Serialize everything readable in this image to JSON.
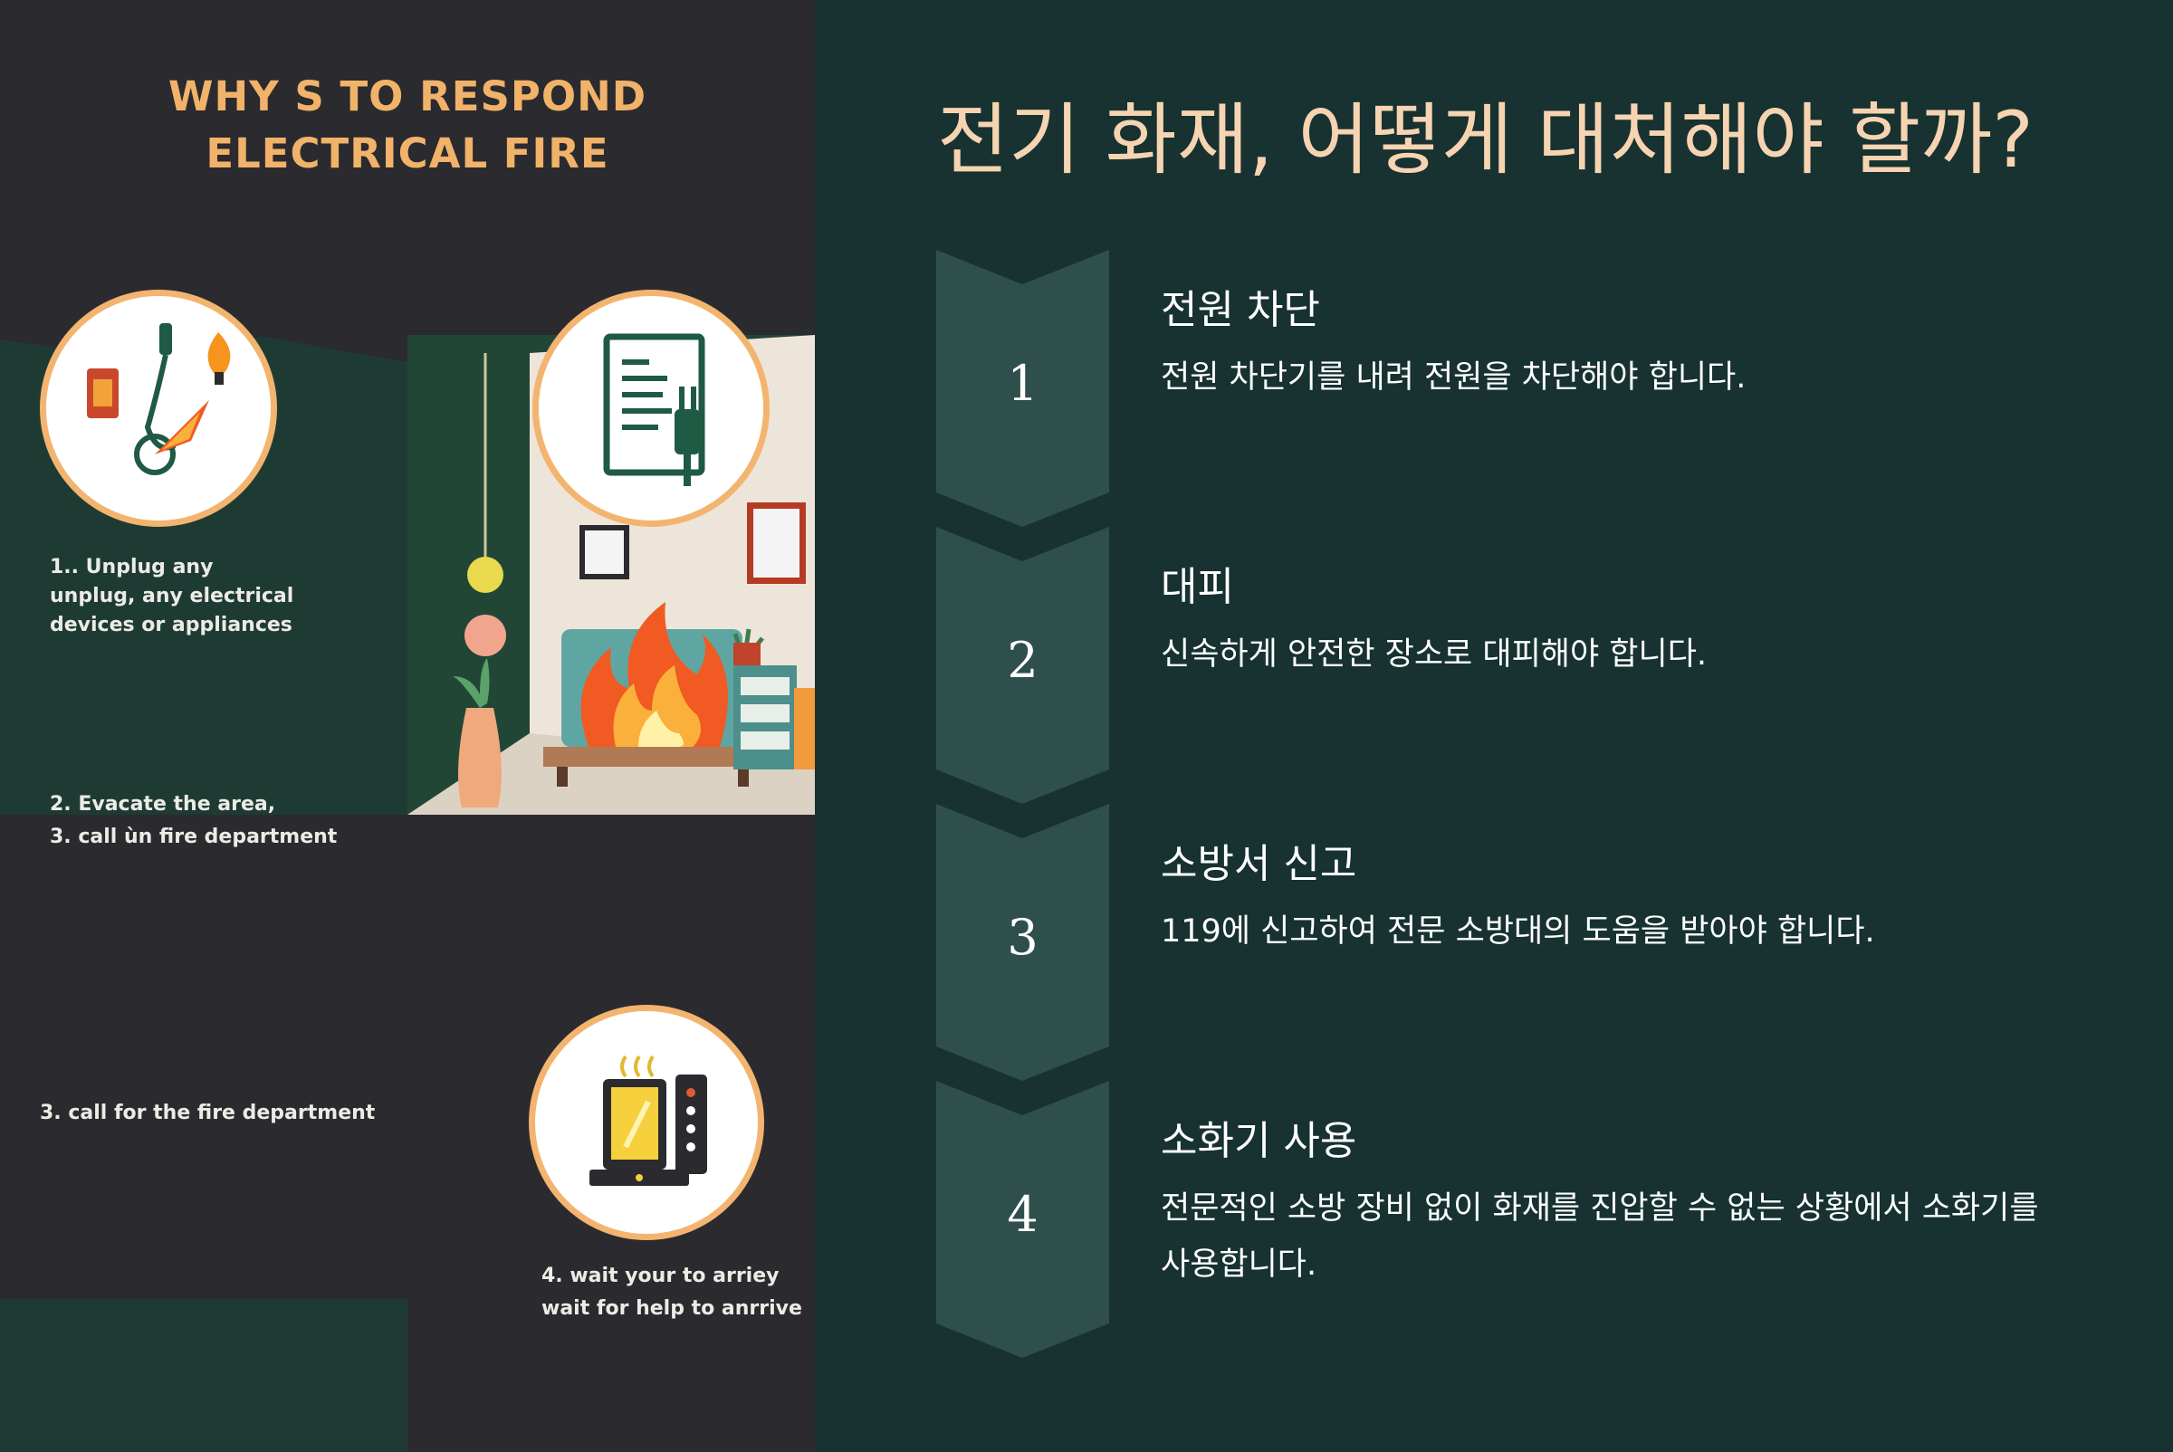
{
  "left_panel": {
    "title_line1": "WHY S TO RESPOND",
    "title_line2": "ELECTRICAL FIRE",
    "captions": {
      "c1_line1": "1.. Unplug any",
      "c1_line2": "unplug, any electrical",
      "c1_line3": "devices or appliances",
      "c2_line1": "2. Evacate the area,",
      "c2_line2": "3. call ùn fire department",
      "c3": "3. call for the fire department",
      "c4_line1": "4. wait your to arriey",
      "c4_line2": "wait for help to anrrive"
    },
    "icons": [
      "unplug-icon",
      "fuse-box-icon",
      "phone-icon"
    ]
  },
  "main": {
    "title": "전기 화재, 어떻게 대처해야 할까?",
    "steps": [
      {
        "number": "1",
        "title": "전원 차단",
        "desc": "전원 차단기를 내려 전원을 차단해야 합니다."
      },
      {
        "number": "2",
        "title": "대피",
        "desc": "신속하게 안전한 장소로 대피해야 합니다."
      },
      {
        "number": "3",
        "title": "소방서 신고",
        "desc": "119에 신고하여 전문 소방대의 도움을 받아야 합니다."
      },
      {
        "number": "4",
        "title": "소화기 사용",
        "desc": "전문적인 소방 장비 없이 화재를 진압할 수 없는 상황에서 소화기를 사용합니다."
      }
    ]
  },
  "colors": {
    "background": "#173230",
    "chevron": "#2f4f4c",
    "title_text": "#f6d4b2",
    "left_background": "#2b2a2e",
    "left_green": "#1e3b33",
    "accent_orange": "#f3b470"
  }
}
